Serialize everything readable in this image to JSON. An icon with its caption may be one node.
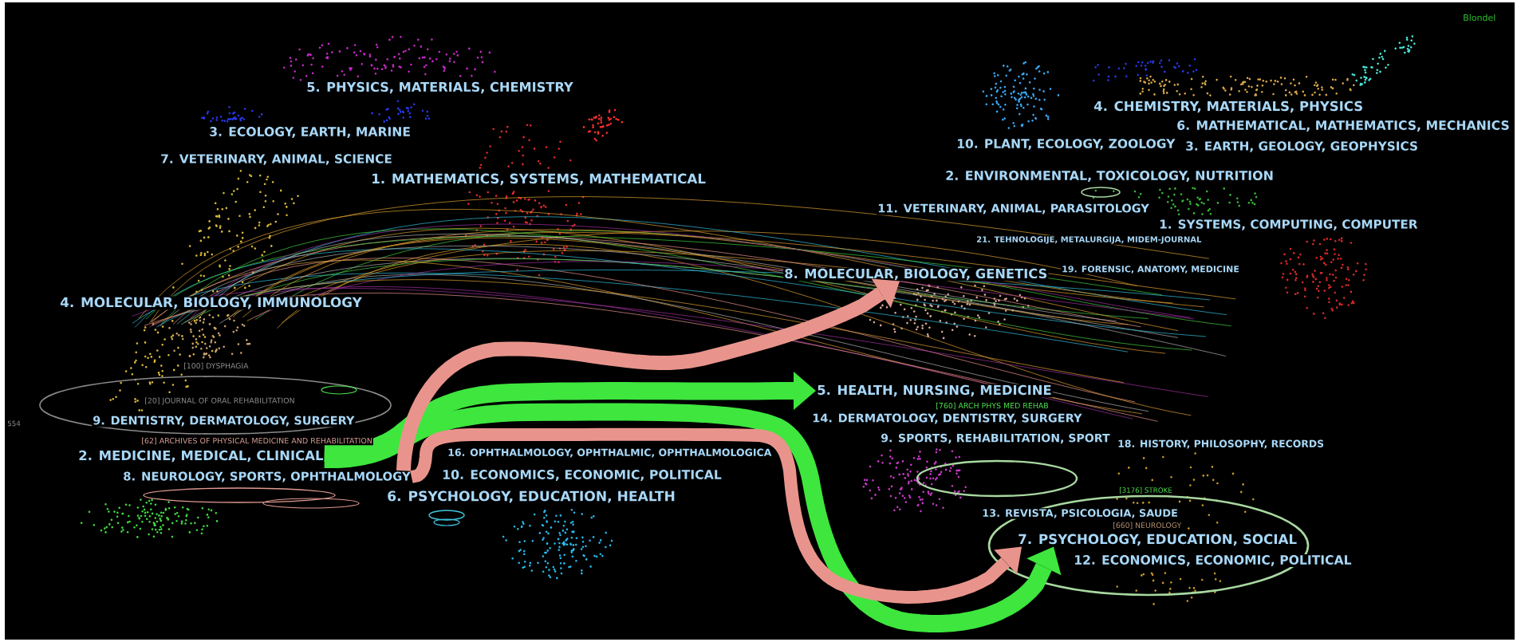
{
  "diagram": {
    "nodes": [
      {
        "text": [],
        "shape": "ellipse"
      },
      {
        "text": [],
        "shape": "ellipse",
        "in": 0
      },
      {
        "text": [
          "2. MEDICINE, MEDICAL, CLINICAL"
        ]
      },
      {
        "text": [],
        "shape": "ellipse"
      },
      {
        "text": [],
        "shape": "ellipse"
      },
      {
        "text": [
          "8. NEUROLOGY, SPORTS, OPHTHALMOLOGY"
        ]
      },
      {
        "text": [],
        "shape": "ellipse"
      },
      {
        "text": [],
        "shape": "ellipse"
      },
      {
        "text": [],
        "shape": "ellipse"
      },
      {
        "text": [
          "8. MOLECULAR, BIOLOGY, GENETICS"
        ]
      },
      {
        "text": [
          "5. HEALTH, NURSING, MEDICINE"
        ]
      },
      {
        "text": [],
        "shape": "ellipse"
      },
      {
        "text": [],
        "shape": "ellipse"
      },
      {
        "text": [
          "7. PSYCHOLOGY, EDUCATION, SOCIAL"
        ],
        "in": 12
      }
    ],
    "edges": [
      {
        "from": 5,
        "to": 9,
        "arrow": "to",
        "color": "#e8948c"
      },
      {
        "from": 2,
        "to": 10,
        "arrow": "to",
        "color": "#3ee63e"
      },
      {
        "from": 5,
        "to": 13,
        "arrow": "to",
        "color": "#e8948c"
      },
      {
        "from": 2,
        "to": 13,
        "arrow": "to",
        "color": "#3ee63e"
      }
    ],
    "labels": [
      "Blondel",
      "5. PHYSICS, MATERIALS, CHEMISTRY",
      "3. ECOLOGY, EARTH, MARINE",
      "7. VETERINARY, ANIMAL, SCIENCE",
      "1. MATHEMATICS, SYSTEMS, MATHEMATICAL",
      "4. MOLECULAR, BIOLOGY, IMMUNOLOGY",
      "[100] DYSPHAGIA",
      "[20] JOURNAL OF ORAL REHABILITATION",
      "554",
      "9. DENTISTRY, DERMATOLOGY, SURGERY",
      "[62] ARCHIVES OF PHYSICAL MEDICINE AND REHABILITATION",
      "16. OPHTHALMOLOGY, OPHTHALMIC, OPHTHALMOLOGICA",
      "10. ECONOMICS, ECONOMIC, POLITICAL",
      "6. PSYCHOLOGY, EDUCATION, HEALTH",
      "4. CHEMISTRY, MATERIALS, PHYSICS",
      "6. MATHEMATICAL, MATHEMATICS, MECHANICS",
      "10. PLANT, ECOLOGY, ZOOLOGY",
      "3. EARTH, GEOLOGY, GEOPHYSICS",
      "2. ENVIRONMENTAL, TOXICOLOGY, NUTRITION",
      "11. VETERINARY, ANIMAL, PARASITOLOGY",
      "1. SYSTEMS, COMPUTING, COMPUTER",
      "21. TEHNOLOGIJE, METALURGIJA, MIDEM-JOURNAL",
      "19. FORENSIC, ANATOMY, MEDICINE",
      "[760] ARCH PHYS MED REHAB",
      "14. DERMATOLOGY, DENTISTRY, SURGERY",
      "9. SPORTS, REHABILITATION, SPORT",
      "18. HISTORY, PHILOSOPHY, RECORDS",
      "[3176] STROKE",
      "13. REVISTA, PSICOLOGIA, SAUDE",
      "[660] NEUROLOGY",
      "12. ECONOMICS, ECONOMIC, POLITICAL"
    ]
  }
}
